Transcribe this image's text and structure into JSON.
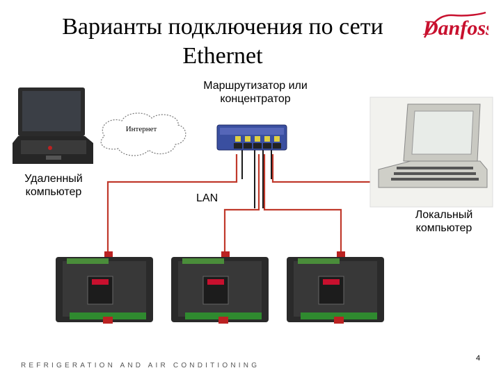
{
  "slide": {
    "title": "Варианты подключения по сети Ethernet",
    "router_label": "Маршрутизатор или концентратор",
    "internet_label": "Интернет",
    "remote_label": "Удаленный компьютер",
    "local_label": "Локальный компьютер",
    "lan_label": "LAN",
    "footer": "REFRIGERATION AND AIR CONDITIONING",
    "page_number": "4",
    "logo_text": "Danfoss"
  },
  "colors": {
    "wire": "#c0392b",
    "wire_dark": "#1a1a1a",
    "logo": "#c8102e",
    "router": "#3a4fa0",
    "controller": "#2a2a2a"
  }
}
